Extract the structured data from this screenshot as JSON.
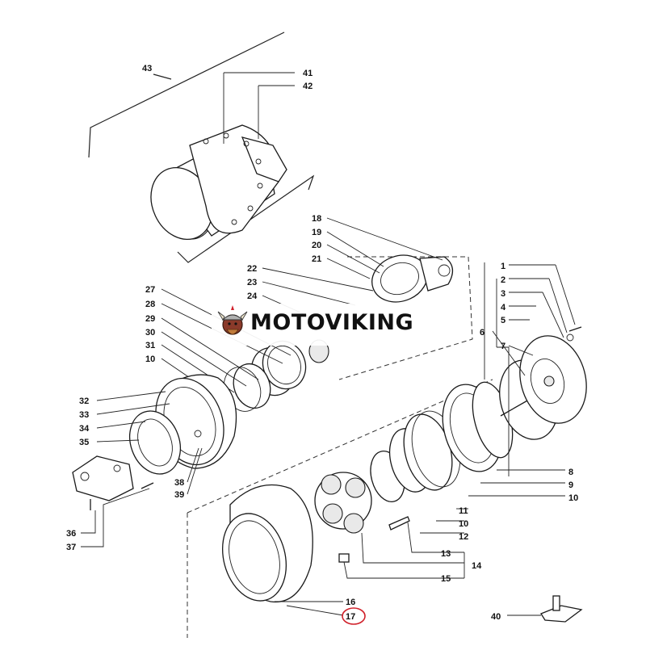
{
  "brand": {
    "text": "MOTOVIKING",
    "logo": "viking-helmet-logo"
  },
  "callouts": {
    "c1": "1",
    "c2": "2",
    "c3": "3",
    "c4": "4",
    "c5": "5",
    "c6": "6",
    "c7": "7",
    "c8": "8",
    "c9": "9",
    "c10a": "10",
    "c10b": "10",
    "c10c": "10",
    "c11": "11",
    "c12": "12",
    "c13": "13",
    "c14": "14",
    "c15": "15",
    "c16": "16",
    "c17": "17",
    "c18": "18",
    "c19": "19",
    "c20": "20",
    "c21": "21",
    "c22": "22",
    "c23": "23",
    "c24": "24",
    "c27": "27",
    "c28": "28",
    "c29": "29",
    "c30": "30",
    "c31": "31",
    "c32": "32",
    "c33": "33",
    "c34": "34",
    "c35": "35",
    "c36": "36",
    "c37": "37",
    "c38": "38",
    "c39": "39",
    "c40": "40",
    "c41": "41",
    "c42": "42",
    "c43": "43"
  },
  "highlight": {
    "color": "#d0202a",
    "target": "17"
  }
}
